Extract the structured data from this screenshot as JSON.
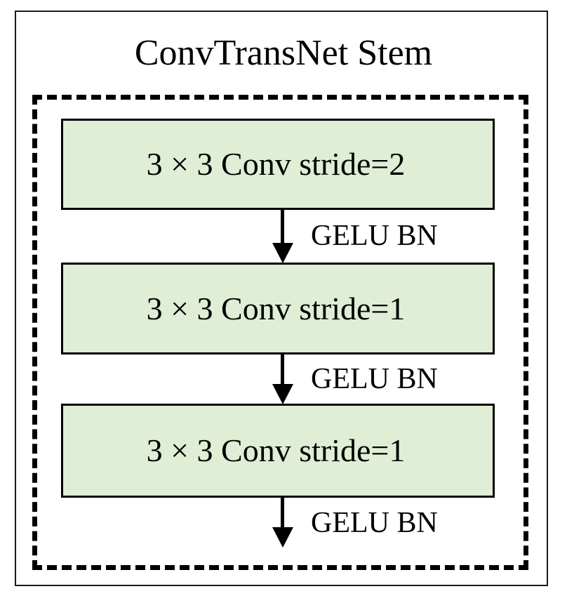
{
  "diagram": {
    "title": "ConvTransNet Stem",
    "type": "flowchart",
    "background_color": "#ffffff",
    "outer_frame": {
      "name": "outer-frame",
      "style": "solid",
      "color": "#1a1a1a"
    },
    "group_box": {
      "name": "stem-group",
      "style": "dashed",
      "color": "#000000"
    },
    "block_fill_color": "#dfeed5",
    "block_border_color": "#000000",
    "blocks": [
      {
        "label": "3 × 3 Conv stride=2",
        "kernel": "3 × 3",
        "op": "Conv",
        "stride": "2"
      },
      {
        "label": "3 × 3 Conv stride=1",
        "kernel": "3 × 3",
        "op": "Conv",
        "stride": "1"
      },
      {
        "label": "3 × 3 Conv stride=1",
        "kernel": "3 × 3",
        "op": "Conv",
        "stride": "1"
      }
    ],
    "connectors": [
      {
        "icon": "down-arrow-icon",
        "label": "GELU BN"
      },
      {
        "icon": "down-arrow-icon",
        "label": "GELU BN"
      },
      {
        "icon": "down-arrow-icon",
        "label": "GELU BN"
      }
    ]
  }
}
